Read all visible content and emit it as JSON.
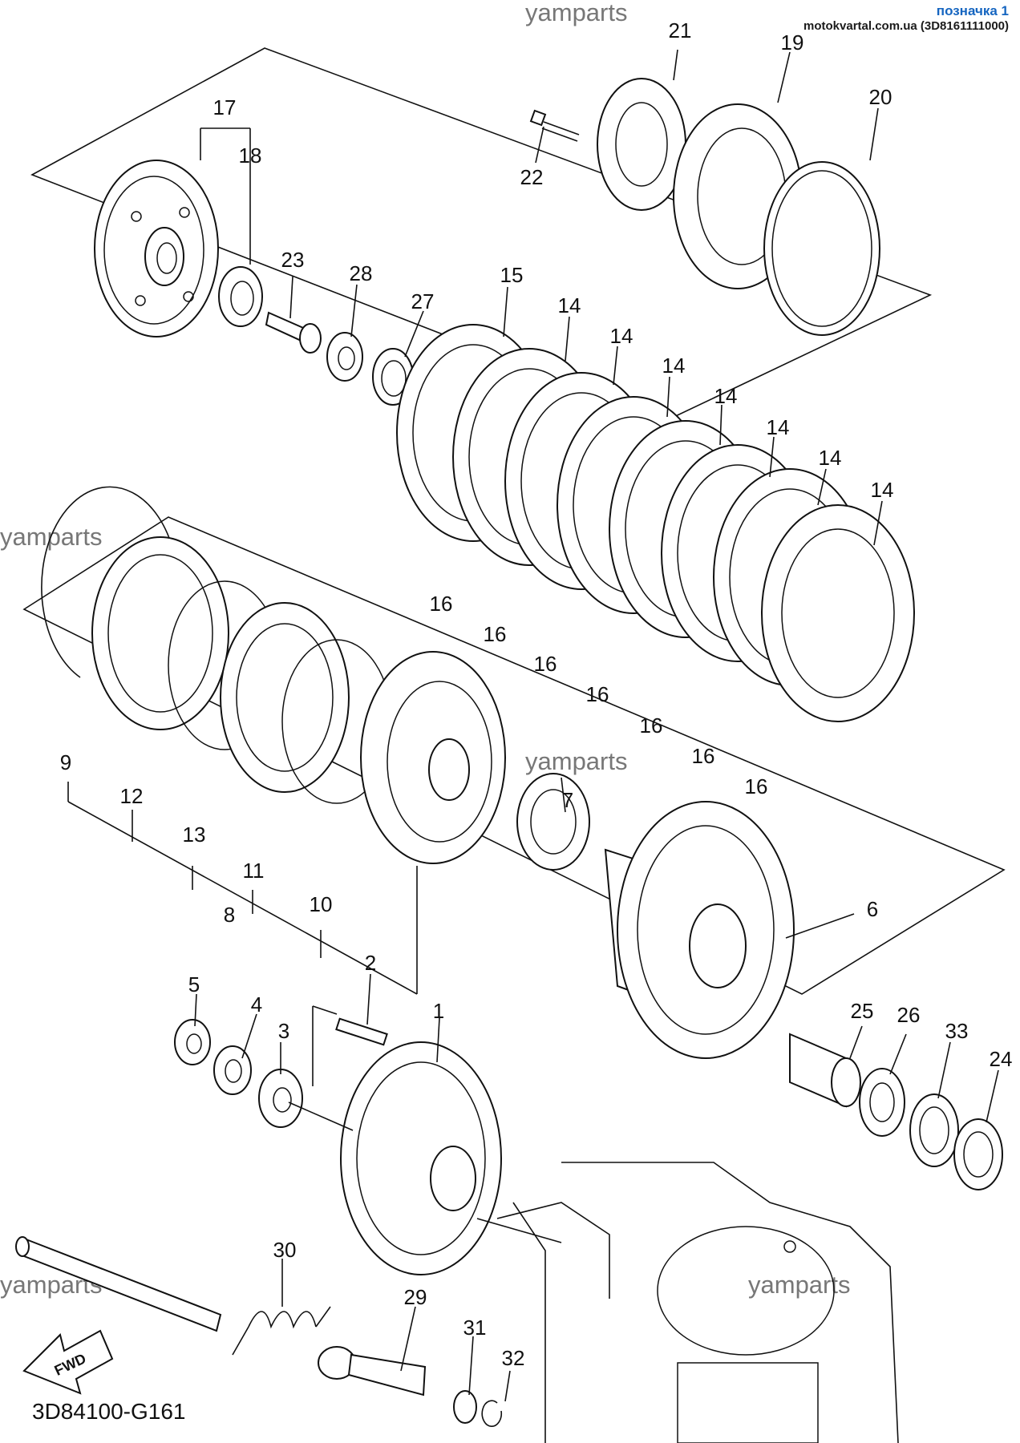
{
  "header": {
    "label": "позначка 1",
    "source": "motokvartal.com.ua (3D8161111000)"
  },
  "watermarks": [
    "yamparts",
    "yamparts",
    "yamparts",
    "yamparts",
    "yamparts",
    "yamparts"
  ],
  "callouts": {
    "c1": "1",
    "c2": "2",
    "c3": "3",
    "c4": "4",
    "c5": "5",
    "c6": "6",
    "c7": "7",
    "c8": "8",
    "c9": "9",
    "c10": "10",
    "c11": "11",
    "c12": "12",
    "c13": "13",
    "c14a": "14",
    "c14b": "14",
    "c14c": "14",
    "c14d": "14",
    "c14e": "14",
    "c14f": "14",
    "c14g": "14",
    "c14h": "14",
    "c15": "15",
    "c16a": "16",
    "c16b": "16",
    "c16c": "16",
    "c16d": "16",
    "c16e": "16",
    "c16f": "16",
    "c16g": "16",
    "c17": "17",
    "c18": "18",
    "c19": "19",
    "c20": "20",
    "c21": "21",
    "c22": "22",
    "c23": "23",
    "c24": "24",
    "c25": "25",
    "c26": "26",
    "c27": "27",
    "c28": "28",
    "c29": "29",
    "c30": "30",
    "c31": "31",
    "c32": "32",
    "c33": "33"
  },
  "fwd_label": "FWD",
  "part_code": "3D84100-G161"
}
